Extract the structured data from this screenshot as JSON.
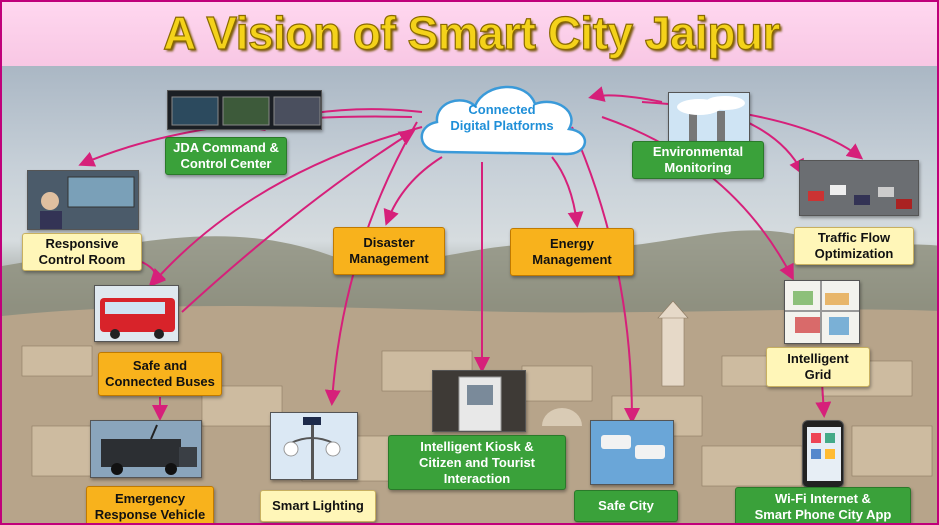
{
  "title": "A Vision of Smart City Jaipur",
  "hub": {
    "line1": "Connected",
    "line2": "Digital Platforms"
  },
  "labels": {
    "jda_command": {
      "line1": "JDA Command &",
      "line2": "Control Center"
    },
    "environmental": {
      "line1": "Environmental",
      "line2": "Monitoring"
    },
    "control_room": {
      "line1": "Responsive",
      "line2": "Control Room"
    },
    "traffic": {
      "line1": "Traffic Flow",
      "line2": "Optimization"
    },
    "disaster": {
      "line1": "Disaster",
      "line2": "Management"
    },
    "energy": {
      "line1": "Energy",
      "line2": "Management"
    },
    "buses": {
      "line1": "Safe and",
      "line2": "Connected Buses"
    },
    "grid": {
      "line1": "Intelligent",
      "line2": "Grid"
    },
    "kiosk": {
      "line1": "Intelligent Kiosk &",
      "line2": "Citizen and Tourist",
      "line3": "Interaction"
    },
    "emergency": {
      "line1": "Emergency",
      "line2": "Response Vehicle"
    },
    "lighting": {
      "line1": "Smart Lighting"
    },
    "safe_city": {
      "line1": "Safe City"
    },
    "wifi": {
      "line1": "Wi-Fi Internet &",
      "line2": "Smart Phone City App"
    }
  },
  "colors": {
    "connector": "#d6207a",
    "green": "#3aa13a",
    "orange": "#f8b21c",
    "yellow": "#fff6b8",
    "title": "#f4d21a",
    "hub_text": "#1f8fd8"
  }
}
